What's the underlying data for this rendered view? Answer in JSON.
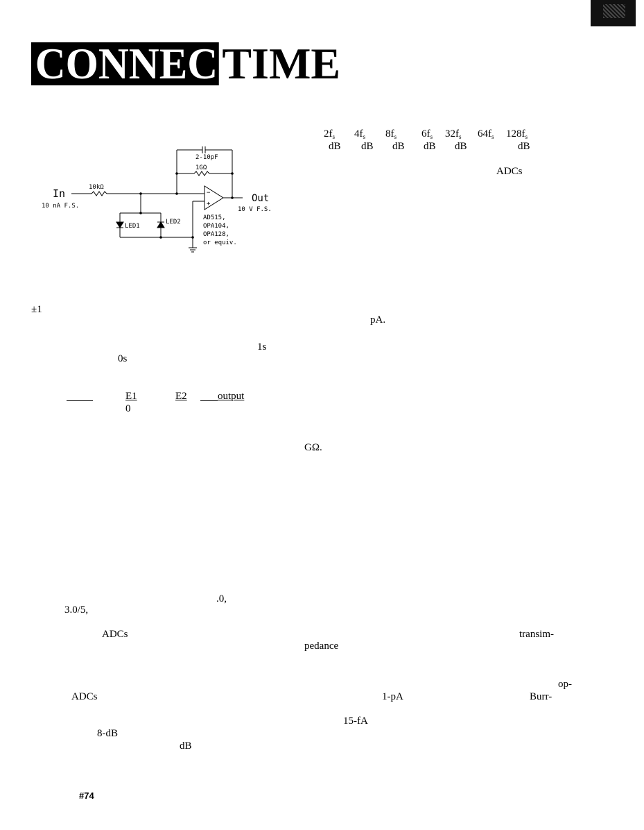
{
  "header": {
    "title_inverse": "CONNEC",
    "title_plain": "TIME"
  },
  "schematic": {
    "input_label": "In",
    "input_scale": "10 nA F.S.",
    "r_in": "10kΩ",
    "cap": "2-10pF",
    "r_fb": "1GΩ",
    "led1": "LED1",
    "led2": "LED2",
    "output_label": "Out",
    "output_scale": "10 V F.S.",
    "opamps": [
      "AD515,",
      "OPA104,",
      "OPA128,",
      "or equiv."
    ],
    "minus": "−",
    "plus": "+"
  },
  "table": {
    "freqs": [
      {
        "main": "2f",
        "sub": "s"
      },
      {
        "main": "4f",
        "sub": "s"
      },
      {
        "main": "8f",
        "sub": "s"
      },
      {
        "main": "6f",
        "sub": "s"
      },
      {
        "main": "32f",
        "sub": "s"
      },
      {
        "main": "64f",
        "sub": "s"
      },
      {
        "main": "128f",
        "sub": "s"
      }
    ],
    "units": [
      "dB",
      "dB",
      "dB",
      "dB",
      "dB",
      "dB"
    ]
  },
  "fragments": {
    "adcs_top": "ADCs",
    "pm1": "±1",
    "pa": "pA.",
    "one_s": "1s",
    "zero_s": "0s",
    "e1": "E1",
    "e2": "E2",
    "output": "output",
    "zero": "0",
    "gohm": "GΩ.",
    "dot_zero": ".0,",
    "ratio": "3.0/5,",
    "adcs_mid": "ADCs",
    "transim": "transim-",
    "pedance": "pedance",
    "op": "op-",
    "adcs_low": "ADCs",
    "one_pa": "1-pA",
    "burr": "Burr-",
    "fifteen_fa": "15-fA",
    "eight_db": "8-dB",
    "db_low": "dB",
    "page_no": "#74"
  }
}
